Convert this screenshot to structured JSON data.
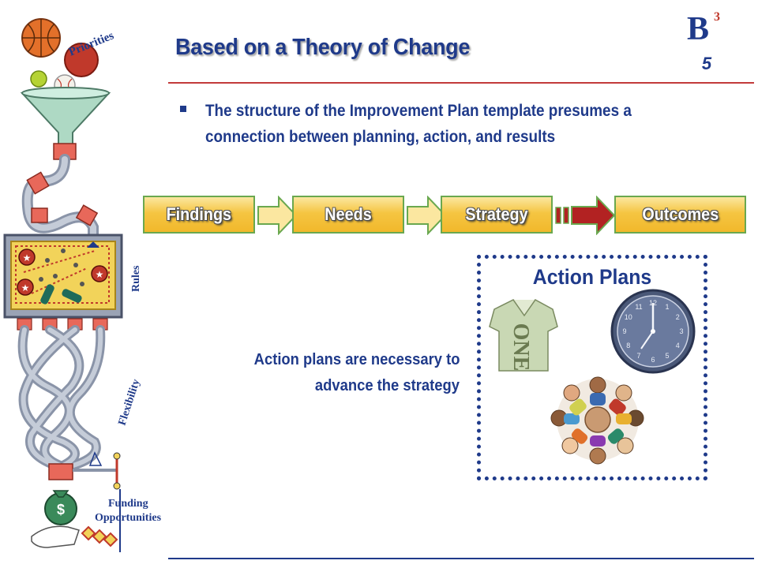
{
  "header": {
    "title": "Based on a Theory of Change",
    "slide_number": "5",
    "logo_letter": "B",
    "logo_superscript": "3"
  },
  "bullet": {
    "line1": "The structure of the Improvement Plan template presumes a",
    "line2": "connection between planning, action, and results"
  },
  "flow": {
    "steps": [
      "Findings",
      "Needs",
      "Strategy",
      "Outcomes"
    ]
  },
  "action_plans": {
    "title": "Action Plans",
    "caption_line1": "Action plans are necessary to",
    "caption_line2": "advance the strategy",
    "clock_numbers": [
      "12",
      "1",
      "2",
      "3",
      "4",
      "5",
      "6",
      "7",
      "8",
      "9",
      "10",
      "11"
    ]
  },
  "machine": {
    "label_priorities": "Priorities",
    "label_rules": "Rules",
    "label_flexibility": "Flexibility",
    "label_funding_line1": "Funding",
    "label_funding_line2": "Opportunities",
    "money_symbol": "$"
  },
  "colors": {
    "title_blue": "#1f3a8a",
    "rule_red": "#c23b3b",
    "box_gold": "#f5c542",
    "box_border_green": "#6aa84f",
    "big_arrow_red": "#b22222"
  }
}
